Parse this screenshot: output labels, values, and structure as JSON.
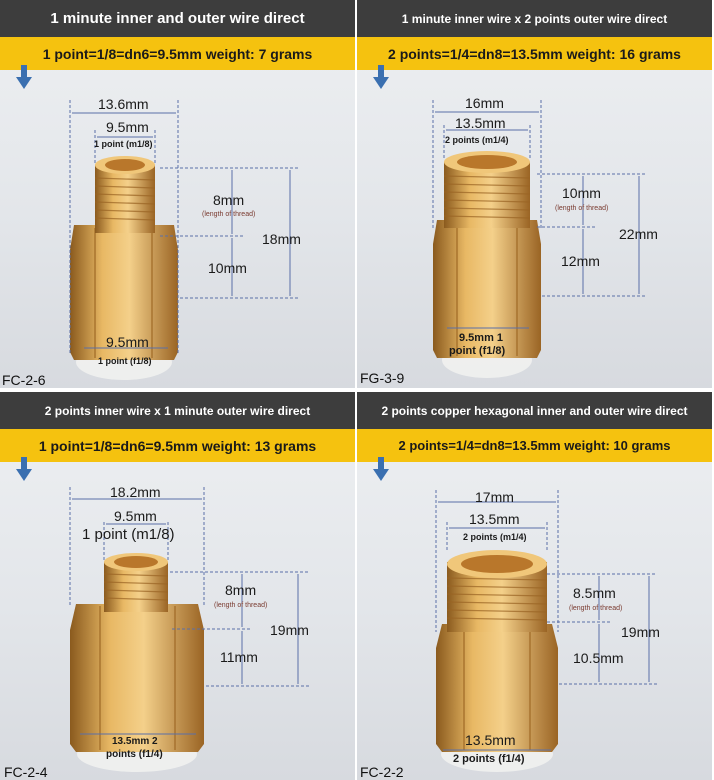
{
  "panels": [
    {
      "header": "1 minute inner and outer wire direct",
      "band": "1 point=1/8=dn6=9.5mm weight: 7 grams",
      "outer_width": "13.6mm",
      "top_thread": "9.5mm",
      "top_spec": "1 point (m1/8)",
      "thread_length": "8mm",
      "thread_note": "(length of thread)",
      "total_height": "18mm",
      "lower_height": "10mm",
      "bottom_thread": "9.5mm",
      "bottom_spec": "1 point (f1/8)",
      "model": "FC-2-6"
    },
    {
      "header": "1 minute inner wire x 2 points outer wire direct",
      "band": "2 points=1/4=dn8=13.5mm weight: 16 grams",
      "outer_width": "16mm",
      "top_thread": "13.5mm",
      "top_spec": "2 points (m1/4)",
      "thread_length": "10mm",
      "thread_note": "(length of thread)",
      "total_height": "22mm",
      "lower_height": "12mm",
      "bottom_thread": "9.5mm 1",
      "bottom_spec": "point (f1/8)",
      "model": "FG-3-9"
    },
    {
      "header": "2 points inner wire x 1 minute outer wire direct",
      "band": "1 point=1/8=dn6=9.5mm weight: 13 grams",
      "outer_width": "18.2mm",
      "top_thread": "9.5mm",
      "top_spec": "1 point (m1/8)",
      "thread_length": "8mm",
      "thread_note": "(length of thread)",
      "total_height": "19mm",
      "lower_height": "11mm",
      "bottom_thread": "13.5mm 2",
      "bottom_spec": "points (f1/4)",
      "model": "FC-2-4"
    },
    {
      "header": "2 points copper hexagonal inner and outer wire direct",
      "band": "2 points=1/4=dn8=13.5mm weight: 10 grams",
      "outer_width": "17mm",
      "top_thread": "13.5mm",
      "top_spec": "2 points (m1/4)",
      "thread_length": "8.5mm",
      "thread_note": "(length of thread)",
      "total_height": "19mm",
      "lower_height": "10.5mm",
      "bottom_thread": "13.5mm",
      "bottom_spec": "2 points (f1/4)",
      "model": "FC-2-2"
    }
  ],
  "colors": {
    "header_bg": "#3d3d3d",
    "band_bg": "#f5c20f",
    "brass": "#d9a24a",
    "dimension_line": "#5a6fa8"
  },
  "icons": [
    "down-arrow-icon"
  ]
}
